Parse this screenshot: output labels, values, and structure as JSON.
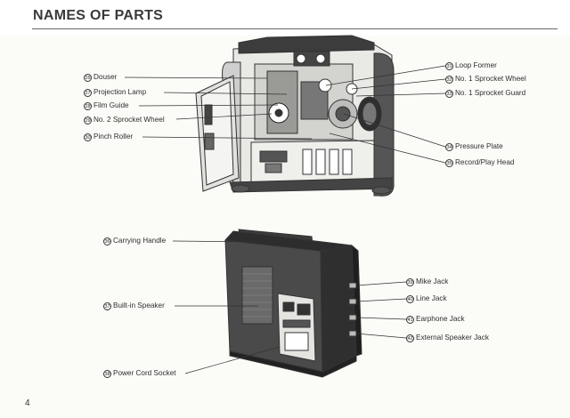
{
  "heading": "NAMES OF PARTS",
  "page_number": "4",
  "top_left_callouts": [
    {
      "num": "26",
      "label": "Douser"
    },
    {
      "num": "27",
      "label": "Projection Lamp"
    },
    {
      "num": "28",
      "label": "Film Guide"
    },
    {
      "num": "29",
      "label": "No. 2 Sprocket Wheel"
    },
    {
      "num": "30",
      "label": "Pinch Roller"
    }
  ],
  "top_right_callouts": [
    {
      "num": "31",
      "label": "Loop Former"
    },
    {
      "num": "32",
      "label": "No. 1 Sprocket Wheel"
    },
    {
      "num": "33",
      "label": "No. 1 Sprocket Guard"
    },
    {
      "num": "34",
      "label": "Pressure Plate"
    },
    {
      "num": "35",
      "label": "Record/Play Head"
    }
  ],
  "bottom_left_callouts": [
    {
      "num": "36",
      "label": "Carrying Handle"
    },
    {
      "num": "37",
      "label": "Built-in Speaker"
    },
    {
      "num": "38",
      "label": "Power Cord Socket"
    }
  ],
  "bottom_right_callouts": [
    {
      "num": "39",
      "label": "Mike Jack"
    },
    {
      "num": "40",
      "label": "Line Jack"
    },
    {
      "num": "41",
      "label": "Earphone Jack"
    },
    {
      "num": "42",
      "label": "External Speaker Jack"
    }
  ]
}
